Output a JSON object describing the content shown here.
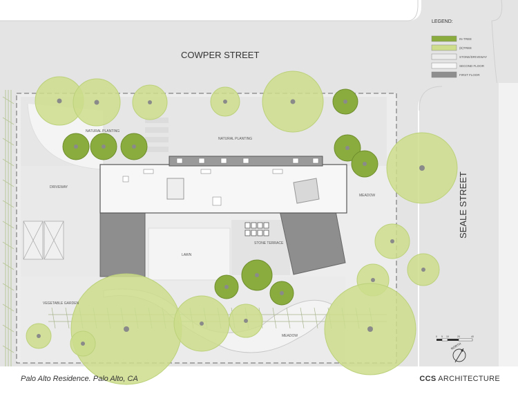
{
  "streets": {
    "cowper": "COWPER STREET",
    "seale": "SEALE STREET"
  },
  "labels": {
    "natural_planting_1": "NATURAL PLANTING",
    "natural_planting_2": "NATURAL PLANTING",
    "driveway": "DRIVEWAY",
    "meadow_1": "MEADOW",
    "meadow_2": "MEADOW",
    "lawn": "LAWN",
    "stone_terrace": "STONE TERRACE",
    "vegetable_garden": "VEGETABLE GARDEN",
    "north": "NORTH"
  },
  "legend": {
    "title": "LEGEND:",
    "items": [
      {
        "label": "IN-TREE",
        "color": "#8aac3f"
      },
      {
        "label": "(E)TREE",
        "color": "#cddd8c"
      },
      {
        "label": "STONE/DRIVEWAY",
        "color": "#ececec"
      },
      {
        "label": "SECOND FLOOR",
        "color": "#f7f7f7"
      },
      {
        "label": "FIRST FLOOR",
        "color": "#8e8e8e"
      }
    ]
  },
  "scale_bar": {
    "ticks": [
      "0",
      "5",
      "10",
      "20",
      "40"
    ]
  },
  "caption": {
    "project": "Palo Alto Residence. Palo Alto, CA",
    "firm_bold": "CCS",
    "firm_rest": " ARCHITECTURE"
  },
  "colors": {
    "new_tree": "#8aac3f",
    "existing_tree": "#cddd8c",
    "street": "#e3e3e3",
    "paving": "#ececec",
    "roof": "#f7f7f7",
    "first_floor": "#8e8e8e"
  }
}
